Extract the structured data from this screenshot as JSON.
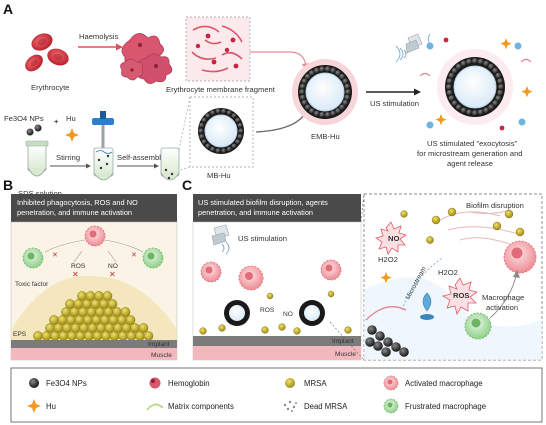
{
  "panels": {
    "a": "A",
    "b": "B",
    "c": "C"
  },
  "panel_a": {
    "erythrocyte": "Erythrocyte",
    "haemolysis": "Haemolysis",
    "membrane_fragment": "Erythrocyte membrane fragment",
    "fe3o4": "Fe3O4 NPs",
    "hu": "Hu",
    "stirring": "Stirring",
    "self_assembly": "Self-assembly",
    "sds": "SDS solution",
    "mb_hu": "MB-Hu",
    "emb_hu": "EMB-Hu",
    "us_stimulation": "US stimulation",
    "exocytosis_1": "US stimulated \"exocytosis\"",
    "exocytosis_2": "for microstream generation and",
    "exocytosis_3": "agent release"
  },
  "panel_b": {
    "header_1": "Inhibited phagocytosis, ROS and NO",
    "header_2": "penetration, and immune activation",
    "ros": "ROS",
    "no": "NO",
    "toxic_factor": "Toxic factor",
    "eps": "EPS",
    "implant": "Implant",
    "muscle": "Muscle"
  },
  "panel_c": {
    "header_1": "US stimulated biofilm disruption, agents",
    "header_2": "penetration, and immune activation",
    "us_stimulation": "US stimulation",
    "ros": "ROS",
    "no": "NO",
    "implant": "Implant",
    "muscle": "Muscle",
    "biofilm_disruption": "Biofilm disruption",
    "h2o2_a": "H2O2",
    "h2o2_b": "H2O2",
    "microstream": "Microstream",
    "macrophage_1": "Macrophage",
    "macrophage_2": "activation"
  },
  "legend": {
    "fe3o4": "Fe3O4 NPs",
    "hemoglobin": "Hemoglobin",
    "mrsa": "MRSA",
    "activated": "Activated macrophage",
    "hu": "Hu",
    "matrix": "Matrix components",
    "dead_mrsa": "Dead MRSA",
    "frustrated": "Frustrated macrophage"
  },
  "colors": {
    "rbc": "#d9333f",
    "mrsa": "#c9b21e",
    "activated": "#f29ca3",
    "frustrated": "#9fd79a",
    "dark_header": "#4a4a4a",
    "implant": "#7b7b7b",
    "muscle": "#f3b8bd",
    "hu": "#f39a1e"
  }
}
